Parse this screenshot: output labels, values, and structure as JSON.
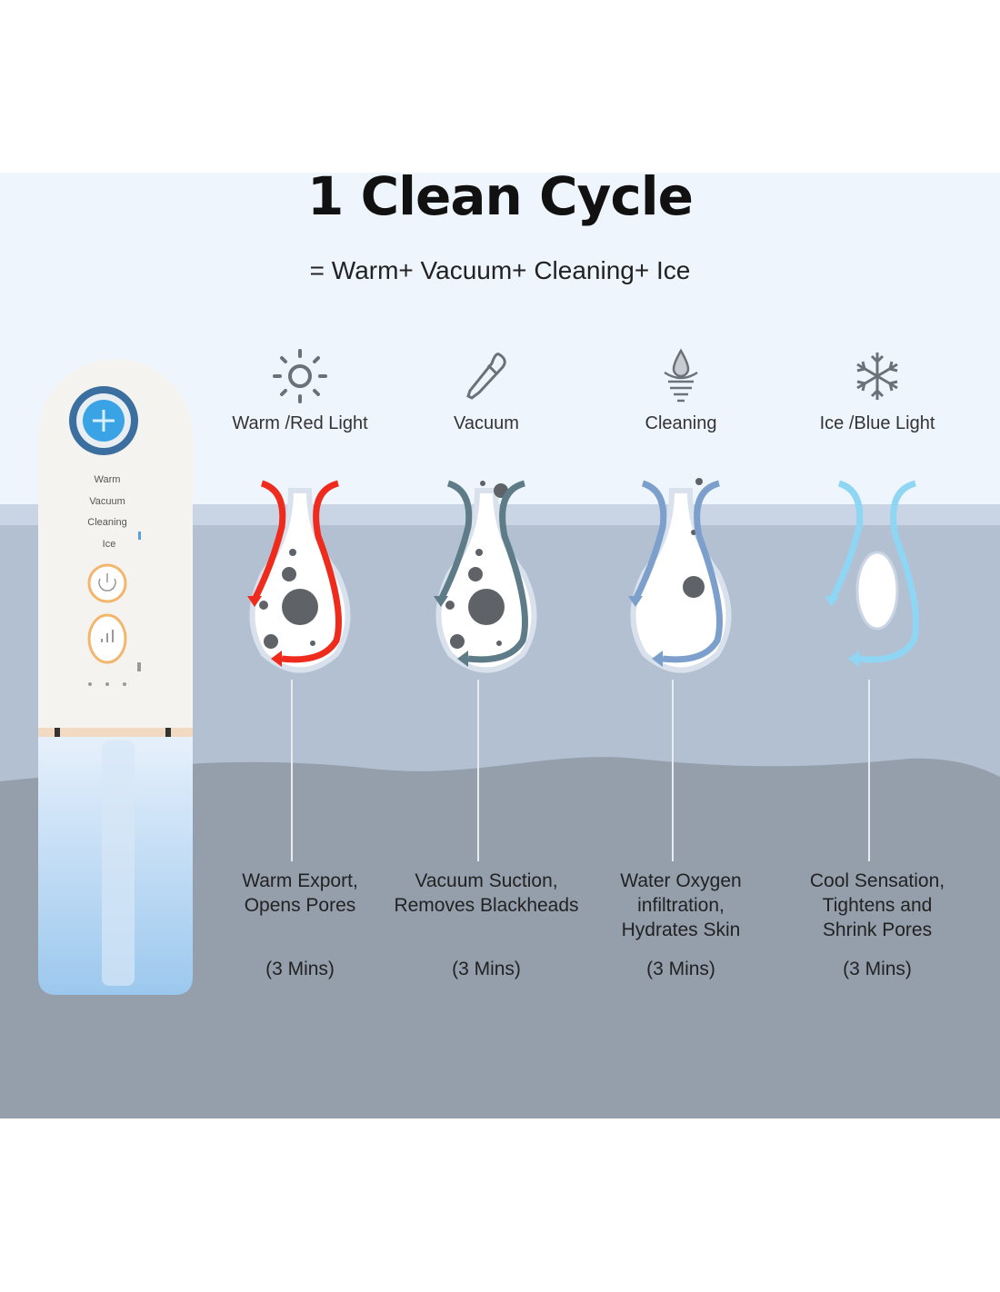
{
  "header": {
    "title": "1 Clean Cycle",
    "subtitle": "= Warm+ Vacuum+ Cleaning+ Ice"
  },
  "device": {
    "labels": [
      "Warm",
      "Vacuum",
      "Cleaning",
      "Ice"
    ]
  },
  "modes": [
    {
      "label": "Warm /Red Light",
      "icon": "sun-icon",
      "color": "#ee2b1c",
      "desc": [
        "Warm Export,",
        "Opens Pores"
      ],
      "duration": "(3 Mins)"
    },
    {
      "label": "Vacuum",
      "icon": "dropper-icon",
      "color": "#5e7c88",
      "desc": [
        "Vacuum Suction,",
        "Removes Blackheads"
      ],
      "duration": "(3 Mins)"
    },
    {
      "label": "Cleaning",
      "icon": "water-drop-swirl-icon",
      "color": "#7c9fcc",
      "desc": [
        "Water Oxygen",
        "infiltration,",
        "Hydrates Skin"
      ],
      "duration": "(3 Mins)"
    },
    {
      "label": "Ice /Blue Light",
      "icon": "snowflake-icon",
      "color": "#8fd6f5",
      "desc": [
        "Cool Sensation,",
        "Tightens and",
        "Shrink Pores"
      ],
      "duration": "(3 Mins)"
    }
  ]
}
